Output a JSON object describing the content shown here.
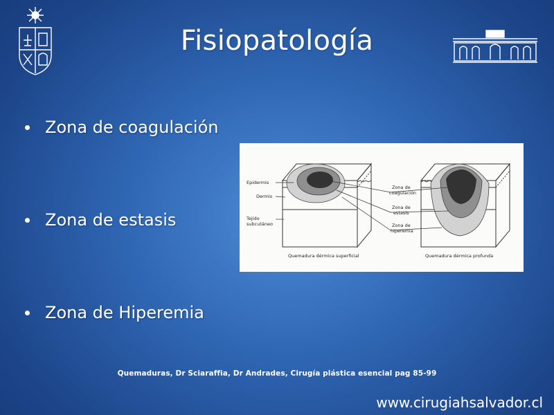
{
  "slide": {
    "title": "Fisiopatología",
    "bullets": [
      "Zona de coagulación",
      "Zona de estasis",
      "Zona de Hiperemia"
    ],
    "citation": "Quemaduras, Dr Sciaraffia,  Dr Andrades, Cirugía plástica esencial pag 85-99",
    "website": "www.cirugiahsalvador.cl"
  },
  "figure": {
    "left_labels": [
      "Epidermis",
      "Dermis",
      "Tejido",
      "subcutáneo"
    ],
    "middle_labels": [
      "Zona de",
      "coagulación",
      "Zona de",
      "estasis",
      "Zona de",
      "hiperemia"
    ],
    "caption_left": "Quemadura dérmica superficial",
    "caption_right": "Quemadura dérmica profunda"
  },
  "colors": {
    "background": "#2f66b3",
    "text": "#ffffff",
    "zone_coagulation": "#333333",
    "zone_stasis": "#8a8a8a",
    "zone_hyperemia": "#cfcfcf"
  }
}
